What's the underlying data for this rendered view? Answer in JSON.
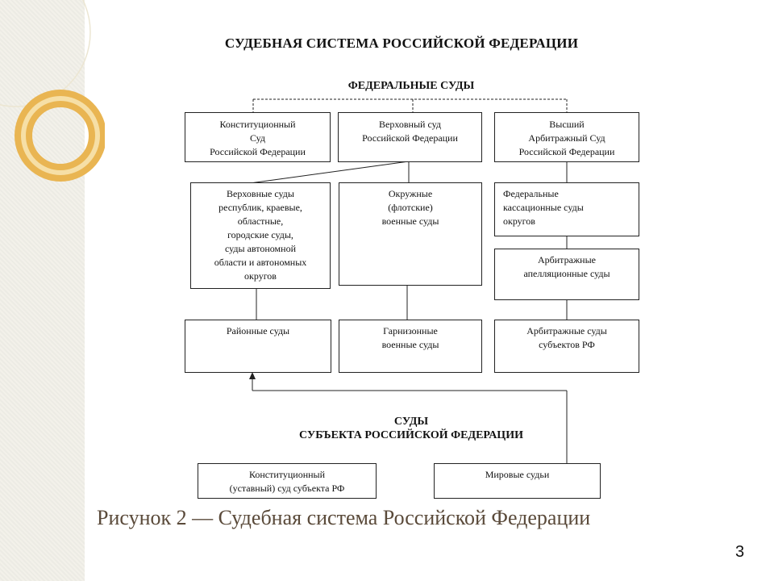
{
  "diagram": {
    "title": "СУДЕБНАЯ СИСТЕМА РОССИЙСКОЙ ФЕДЕРАЦИИ",
    "federal_section_title": "ФЕДЕРАЛЬНЫЕ СУДЫ",
    "subject_section_title": "СУДЫ\nСУБЪЕКТА РОССИЙСКОЙ ФЕДЕРАЦИИ",
    "nodes": {
      "constitutional_court": "Конституционный\nСуд\nРоссийской Федерации",
      "supreme_court": "Верховный суд\nРоссийской Федерации",
      "supreme_arbitration_court": "Высший\nАрбитражный Суд\nРоссийской Федерации",
      "regional_supreme_courts": "Верховные суды\nреспублик, краевые,\nобластные,\nгородские суды,\nсуды автономной\nобласти и автономных\nокругов",
      "district_military_courts": "Окружные\n(флотские)\nвоенные суды",
      "federal_cassation_courts": "Федеральные\nкассационные суды\nокругов",
      "arbitration_appeal_courts": "Арбитражные\nапелляционные суды",
      "district_courts": "Районные суды",
      "garrison_military_courts": "Гарнизонные\nвоенные суды",
      "subject_arbitration_courts": "Арбитражные суды\nсубъектов РФ",
      "subject_constitutional_court": "Конституционный\n(уставный) суд субъекта РФ",
      "justices_of_peace": "Мировые судьи"
    }
  },
  "caption": "Рисунок 2 — Судебная система Российской Федерации",
  "page_number": "3",
  "colors": {
    "caption": "#5a4a3a",
    "decoration_gold": "#e9b552",
    "decoration_light": "#f6dfa6"
  }
}
